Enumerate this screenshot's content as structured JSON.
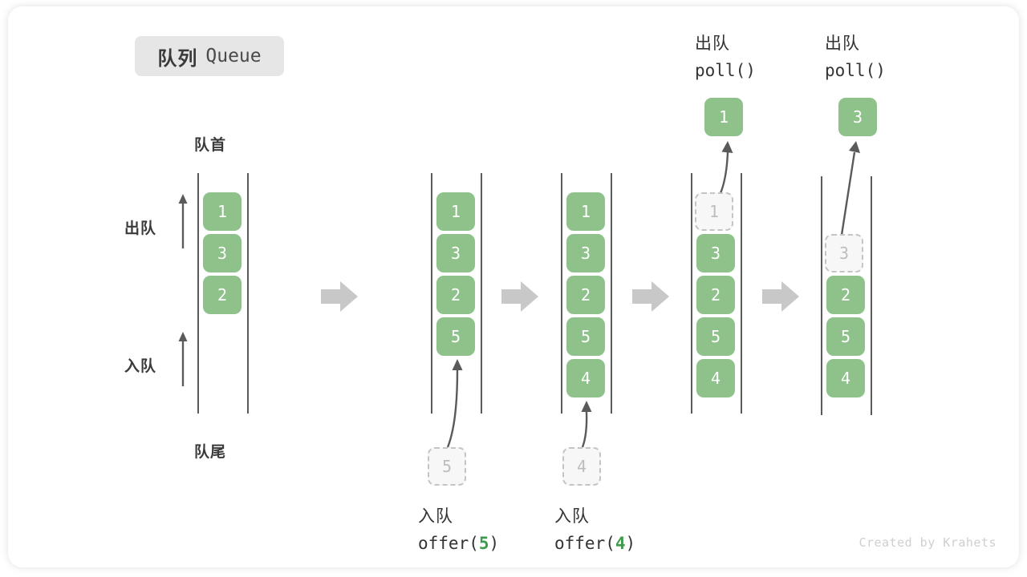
{
  "title": {
    "cn": "队列",
    "en": "Queue"
  },
  "labels": {
    "head": "队首",
    "tail": "队尾",
    "dequeue": "出队",
    "enqueue": "入队"
  },
  "watermark": "Created by Krahets",
  "colors": {
    "cell_fill": "#8ec28a",
    "cell_text": "#ffffff",
    "ghost_fill": "#f7f7f7",
    "ghost_border": "#c4c4c4",
    "ghost_text": "#bdbdbd",
    "rail": "#5a5a5a",
    "arrow": "#5a5a5a",
    "transition_arrow": "#c8c8c8",
    "badge_bg": "#e6e6e6",
    "accent_green": "#3f9a4e",
    "text": "#333333"
  },
  "columns": [
    {
      "id": "state-initial",
      "cells": [
        "1",
        "3",
        "2"
      ],
      "ghost": null,
      "output": null,
      "caption_cn": null,
      "caption_code": null,
      "caption_arg": null
    },
    {
      "id": "state-after-offer-5",
      "cells": [
        "1",
        "3",
        "2",
        "5"
      ],
      "ghost": "5",
      "output": null,
      "caption_cn": "入队",
      "caption_code_prefix": "offer(",
      "caption_arg": "5",
      "caption_code_suffix": ")"
    },
    {
      "id": "state-after-offer-4",
      "cells": [
        "1",
        "3",
        "2",
        "5",
        "4"
      ],
      "ghost": "4",
      "output": null,
      "caption_cn": "入队",
      "caption_code_prefix": "offer(",
      "caption_arg": "4",
      "caption_code_suffix": ")"
    },
    {
      "id": "state-poll-1",
      "cells": [
        "3",
        "2",
        "5",
        "4"
      ],
      "ghost_top": "1",
      "output": "1",
      "caption_cn": "出队",
      "caption_code_prefix": "poll(",
      "caption_arg": "",
      "caption_code_suffix": ")"
    },
    {
      "id": "state-poll-3",
      "cells": [
        "2",
        "5",
        "4"
      ],
      "ghost_top": "3",
      "output": "3",
      "caption_cn": "出队",
      "caption_code_prefix": "poll(",
      "caption_arg": "",
      "caption_code_suffix": ")"
    }
  ],
  "transitions": [
    "transition-1",
    "transition-2",
    "transition-3",
    "transition-4"
  ]
}
